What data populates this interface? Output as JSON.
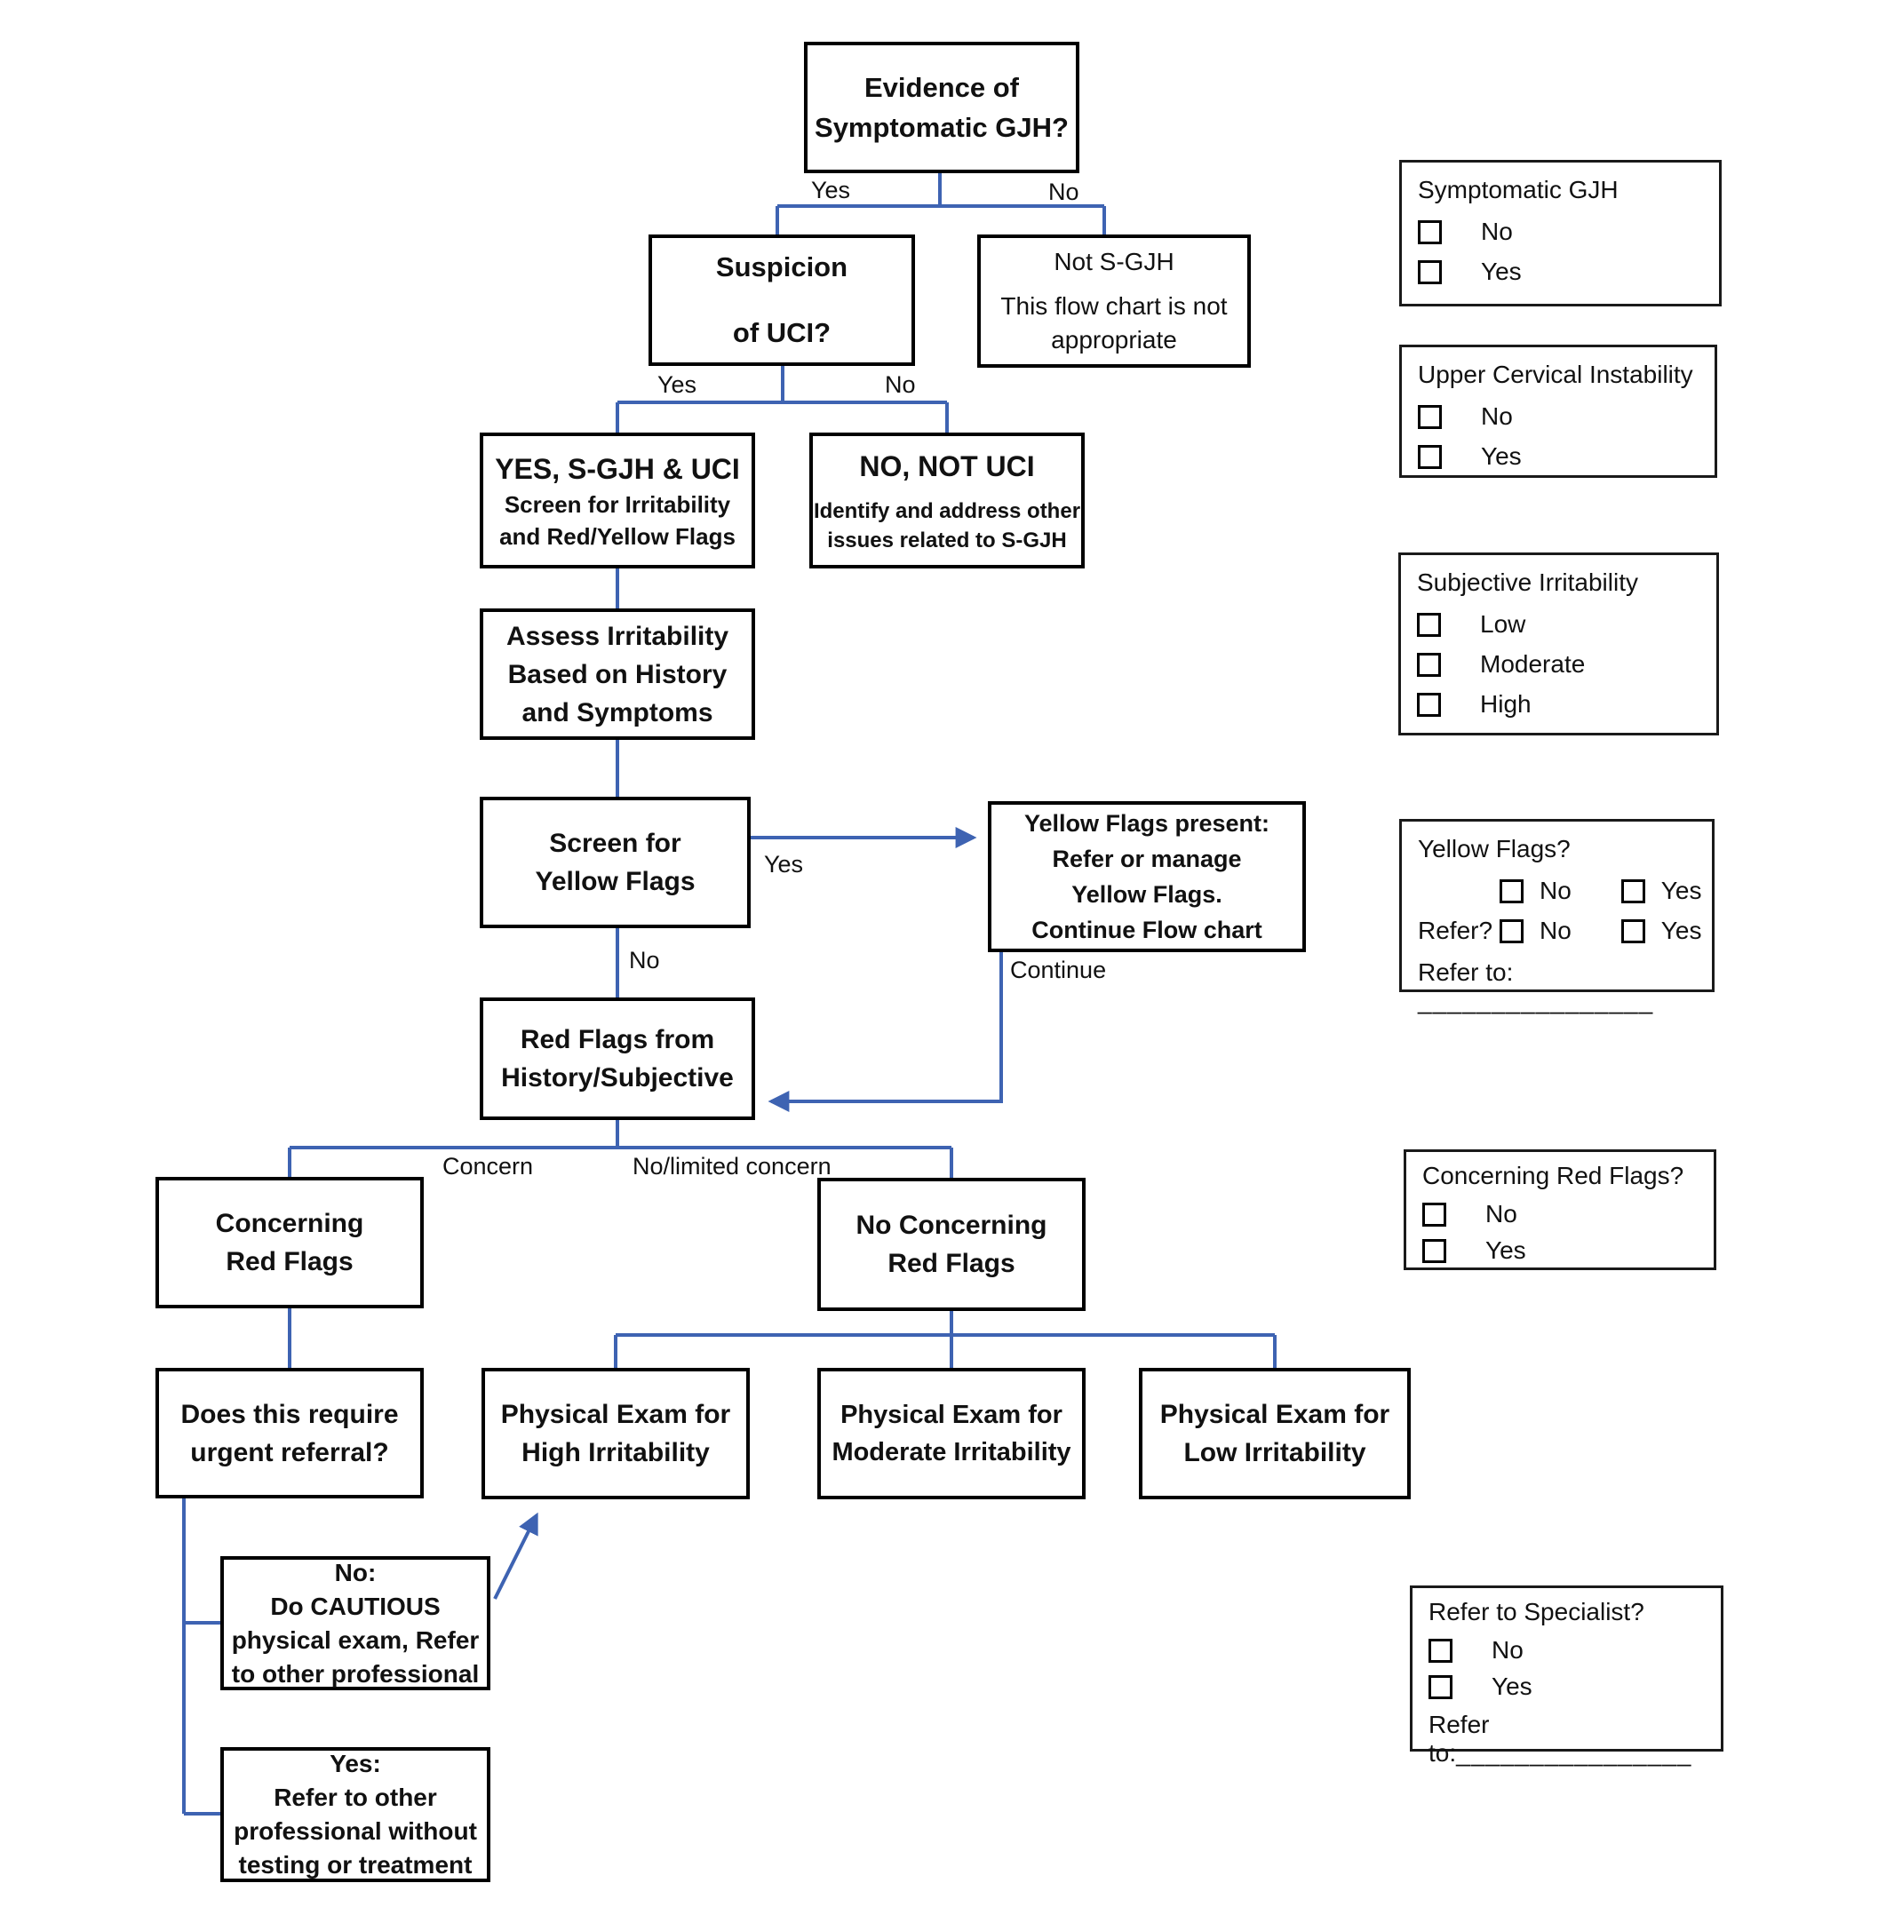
{
  "colors": {
    "connector_blue": "#3E63B2",
    "node_border": "#000000",
    "side_border": "#1a1a1a",
    "background": "#ffffff"
  },
  "nodes": {
    "evidence": [
      "Evidence of",
      "Symptomatic GJH?"
    ],
    "suspicion": [
      "Suspicion",
      "of UCI?"
    ],
    "not_sgjh": [
      "Not S-GJH",
      "This flow chart is not",
      "appropriate"
    ],
    "yes_sgjh_uci": [
      "YES, S-GJH & UCI",
      "Screen for Irritability",
      "and Red/Yellow Flags"
    ],
    "no_not_uci": [
      "NO, NOT UCI",
      "Identify and address other",
      "issues related to S-GJH"
    ],
    "assess": [
      "Assess Irritability",
      "Based on History",
      "and Symptoms"
    ],
    "screen_yellow": [
      "Screen for",
      "Yellow Flags"
    ],
    "yellow_present": [
      "Yellow Flags present:",
      "Refer or manage",
      "Yellow Flags.",
      "Continue Flow chart"
    ],
    "red_flags": [
      "Red Flags from",
      "History/Subjective"
    ],
    "concerning": [
      "Concerning",
      "Red Flags"
    ],
    "no_concerning": [
      "No Concerning",
      "Red Flags"
    ],
    "urgent": [
      "Does this require",
      "urgent referral?"
    ],
    "pe_high": [
      "Physical Exam for",
      "High Irritability"
    ],
    "pe_moderate": [
      "Physical Exam for",
      "Moderate Irritability"
    ],
    "pe_low": [
      "Physical Exam for",
      "Low Irritability"
    ],
    "no_cautious": [
      "No:",
      "Do CAUTIOUS",
      "physical exam, Refer",
      "to other professional"
    ],
    "yes_refer": [
      "Yes:",
      "Refer to other",
      "professional without",
      "testing or treatment"
    ]
  },
  "labels": {
    "evidence_yes": "Yes",
    "evidence_no": "No",
    "suspicion_yes": "Yes",
    "suspicion_no": "No",
    "screen_yes": "Yes",
    "screen_no": "No",
    "continue": "Continue",
    "concern": "Concern",
    "no_limited": "No/limited concern"
  },
  "checklists": {
    "symptomatic": {
      "title": "Symptomatic GJH",
      "items": [
        "No",
        "Yes"
      ]
    },
    "uci": {
      "title": "Upper Cervical Instability",
      "items": [
        "No",
        "Yes"
      ]
    },
    "subjective": {
      "title": "Subjective Irritability",
      "items": [
        "Low",
        "Moderate",
        "High"
      ]
    },
    "yellow": {
      "title": "Yellow Flags?",
      "row1": [
        "No",
        "Yes"
      ],
      "refer_label": "Refer?",
      "row2": [
        "No",
        "Yes"
      ],
      "refer_to_label": "Refer to: ",
      "blank": "________________"
    },
    "concerning": {
      "title": "Concerning Red Flags?",
      "items": [
        "No",
        "Yes"
      ]
    },
    "specialist": {
      "title": "Refer to Specialist?",
      "items": [
        "No",
        "Yes"
      ],
      "refer_to_label": "Refer to:",
      "blank": "________________"
    }
  }
}
